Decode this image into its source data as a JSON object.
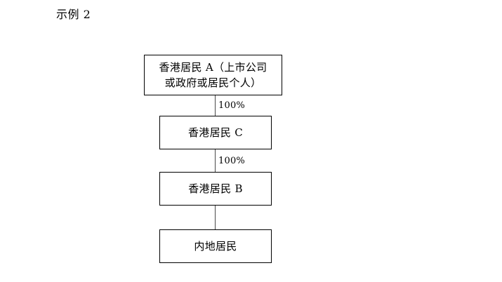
{
  "page": {
    "title": "示例 2",
    "background_color": "#ffffff",
    "text_color": "#000000"
  },
  "diagram": {
    "type": "flow-chart",
    "orientation": "vertical",
    "border_color": "#000000",
    "connector_color": "#4a4a4a",
    "nodes": [
      {
        "id": "a",
        "label": "香港居民 A（上市公司\n或政府或居民个人）"
      },
      {
        "id": "c",
        "label": "香港居民 C"
      },
      {
        "id": "b",
        "label": "香港居民 B"
      },
      {
        "id": "m",
        "label": "内地居民"
      }
    ],
    "edges": [
      {
        "from": "a",
        "to": "c",
        "label": "100%"
      },
      {
        "from": "c",
        "to": "b",
        "label": "100%"
      },
      {
        "from": "b",
        "to": "m",
        "label": ""
      }
    ]
  }
}
